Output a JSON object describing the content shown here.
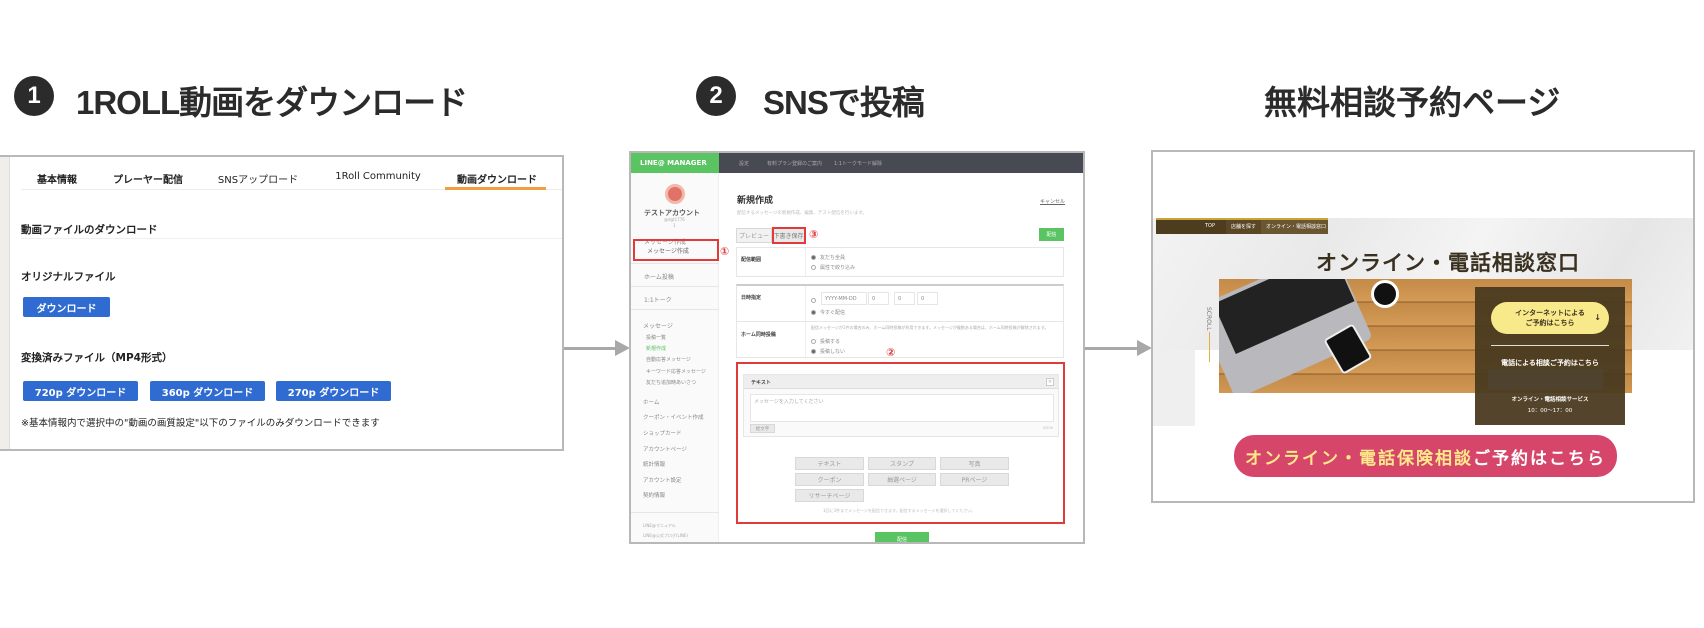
{
  "steps": [
    {
      "number": "1",
      "title": "1ROLL動画をダウンロード"
    },
    {
      "number": "2",
      "title": "SNSで投稿"
    },
    {
      "title": "無料相談予約ページ"
    }
  ],
  "panel1": {
    "tabs": [
      "基本情報",
      "プレーヤー配信",
      "SNSアップロード",
      "1Roll Community",
      "動画ダウンロード"
    ],
    "active_tab": "動画ダウンロード",
    "section_title": "動画ファイルのダウンロード",
    "original_label": "オリジナルファイル",
    "download_button": "ダウンロード",
    "converted_label": "変換済みファイル（MP4形式）",
    "converted_buttons": [
      "720p ダウンロード",
      "360p ダウンロード",
      "270p ダウンロード"
    ],
    "note": "※基本情報内で選択中の\"動画の画質設定\"以下のファイルのみダウンロードできます",
    "accent_color": "#f0a040",
    "button_color": "#2f6bd0"
  },
  "panel2": {
    "logo": "LINE@ MANAGER",
    "topbar": [
      "設定",
      "有料プラン登録のご案内",
      "1:1トークモード解除"
    ],
    "account_name": "テストアカウント",
    "account_id": "@dgt1776",
    "friends": "1",
    "sidebar_main": [
      "メッセージ作成",
      "ホーム投稿",
      "1:1トーク"
    ],
    "sidebar_message_heading": "メッセージ",
    "sidebar_message_items": [
      "投稿一覧",
      "新規作成",
      "自動応答メッセージ",
      "キーワード応答メッセージ",
      "友だち追加時あいさつ"
    ],
    "sidebar_other": [
      "ホーム",
      "クーポン・イベント作成",
      "ショップカード",
      "アカウントページ",
      "統計情報",
      "アカウント設定",
      "契約情報"
    ],
    "sidebar_footer": [
      "LINE@マニュアル",
      "LINE@公式ブログ(LINE)"
    ],
    "page_title": "新規作成",
    "page_desc": "配信するメッセージの新規作成、編集、テスト配信を行います。",
    "cancel": "キャンセル",
    "preview_tab": "プレビュー",
    "draft_tab": "下書き保存",
    "send_button": "配信",
    "target_label": "配信範囲",
    "target_options": [
      "友だち全員",
      "属性で絞り込み"
    ],
    "schedule_label": "日時指定",
    "date_placeholder": "YYYY-MM-DD",
    "hour": "0",
    "minute": "0",
    "second": "0",
    "send_now": "今すぐ配信",
    "home_label": "ホーム同時投稿",
    "home_note": "配信メッセージが1件の場合のみ、ホーム同時投稿が利用できます。メッセージが複数ある場合は、ホーム同時投稿が解除されます。",
    "home_options": [
      "投稿する",
      "投稿しない"
    ],
    "text_card_title": "テキスト",
    "message_placeholder": "メッセージを入力してください",
    "emoji_button": "絵文字",
    "char_count": "0/500",
    "type_buttons": [
      "テキスト",
      "スタンプ",
      "写真",
      "クーポン",
      "抽選ページ",
      "PRページ",
      "リサーチページ"
    ],
    "footnote": "1回に3件までメッセージを配信できます。配信するメッセージを選択してください。",
    "annotations": [
      "①",
      "②",
      "③"
    ],
    "brand_color": "#5ac463"
  },
  "panel3": {
    "breadcrumb": [
      "TOP",
      "店舗を探す",
      "オンライン・電話相談窓口"
    ],
    "title": "オンライン・電話相談窓口",
    "scroll_label": "SCROLL",
    "internet_button": "インターネットによる\nご予約はこちら",
    "phone_label": "電話による相談ご予約はこちら",
    "service_label": "オンライン・電話相談サービス",
    "hours": "10：00〜17：00",
    "cta_highlight": "オンライン・電話保険相談",
    "cta_rest": "ご予約はこちら",
    "cta_color": "#d6456a"
  }
}
